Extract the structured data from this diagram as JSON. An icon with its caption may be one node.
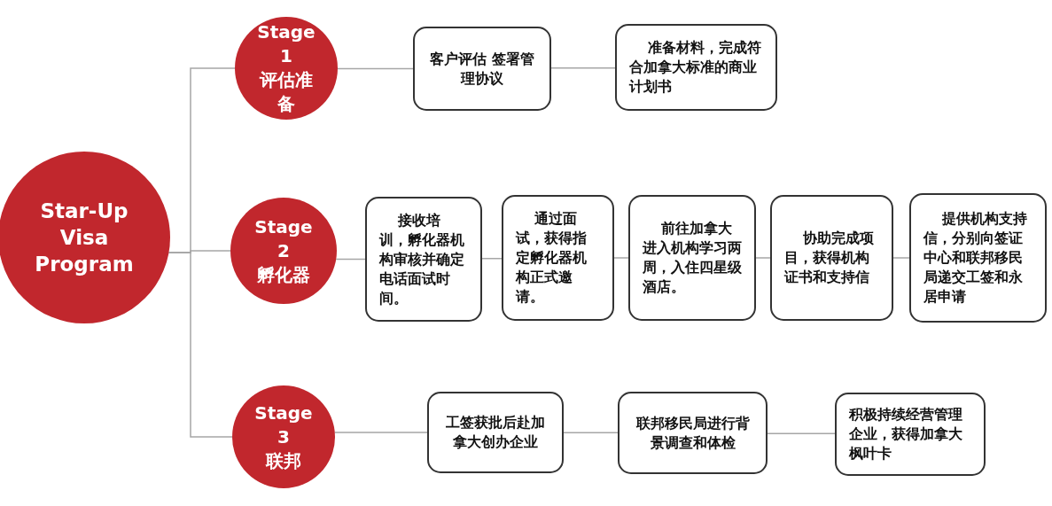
{
  "diagram": {
    "nodes": [
      {
        "text": [
          "Star-Up Visa Program"
        ]
      },
      {
        "text": [
          "Stage 1",
          "评估准备"
        ]
      },
      {
        "text": [
          "客户评估 签署管理协议"
        ]
      },
      {
        "text": [
          "准备材料，完成符合加拿大标准的商业计划书"
        ]
      },
      {
        "text": [
          "Stage 2",
          "孵化器"
        ]
      },
      {
        "text": [
          "接收培训，孵化器机构审核并确定电话面试时间。"
        ]
      },
      {
        "text": [
          "通过面试，获得指定孵化器机构正式邀请。"
        ]
      },
      {
        "text": [
          "前往加拿大进入机构学习两周，入住四星级酒店。"
        ]
      },
      {
        "text": [
          "协助完成项目，获得机构证书和支持信"
        ]
      },
      {
        "text": [
          "提供机构支持信，分别向签证中心和联邦移民局递交工签和永居申请"
        ]
      },
      {
        "text": [
          "Stage 3",
          "联邦"
        ]
      },
      {
        "text": [
          "工签获批后赴加拿大创办企业"
        ]
      },
      {
        "text": [
          "联邦移民局进行背景调查和体检"
        ]
      },
      {
        "text": [
          "积极持续经营管理企业，获得加拿大枫叶卡"
        ]
      }
    ],
    "edges": [
      {
        "from": 0,
        "to": 1,
        "arrow": "none"
      },
      {
        "from": 0,
        "to": 4,
        "arrow": "none"
      },
      {
        "from": 0,
        "to": 10,
        "arrow": "none"
      },
      {
        "from": 1,
        "to": 2,
        "arrow": "none"
      },
      {
        "from": 2,
        "to": 3,
        "arrow": "none"
      },
      {
        "from": 4,
        "to": 5,
        "arrow": "none"
      },
      {
        "from": 5,
        "to": 6,
        "arrow": "none"
      },
      {
        "from": 6,
        "to": 7,
        "arrow": "none"
      },
      {
        "from": 7,
        "to": 8,
        "arrow": "none"
      },
      {
        "from": 8,
        "to": 9,
        "arrow": "none"
      },
      {
        "from": 10,
        "to": 11,
        "arrow": "none"
      },
      {
        "from": 11,
        "to": 12,
        "arrow": "none"
      },
      {
        "from": 12,
        "to": 13,
        "arrow": "none"
      }
    ]
  }
}
